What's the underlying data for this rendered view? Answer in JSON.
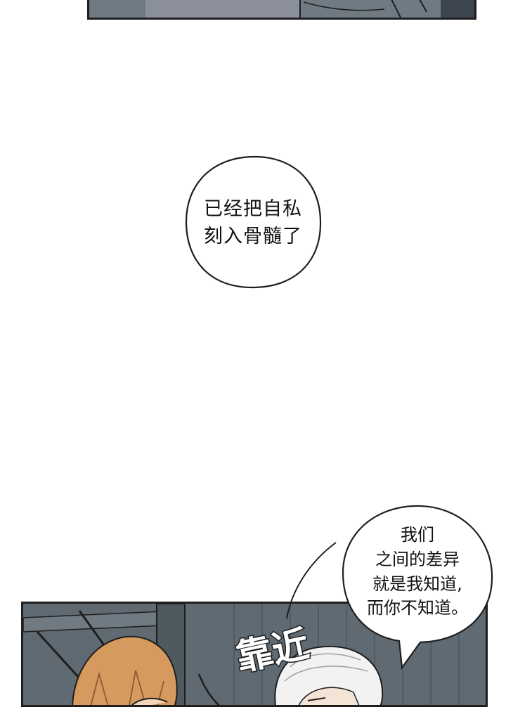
{
  "bubbles": {
    "first": {
      "text": "已经把自私\n刻入骨髓了"
    },
    "second": {
      "text": "我们\n之间的差异\n就是我知道,\n而你不知道。"
    }
  },
  "sfx": {
    "text": "靠近"
  },
  "colors": {
    "ink": "#1e1e1e",
    "panel_top": "#6f7a82",
    "panel_bottom": "#5f6a72",
    "hair_orange": "#d79a5e",
    "hair_white": "#f2f2f2"
  }
}
